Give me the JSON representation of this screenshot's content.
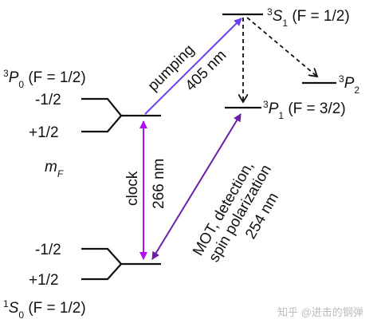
{
  "levels": {
    "s1": {
      "sup": "3",
      "letter": "S",
      "sub": "1",
      "suffix": " (F = 1/2)"
    },
    "p0": {
      "sup": "3",
      "letter": "P",
      "sub": "0",
      "suffix": " (F = 1/2)"
    },
    "p2": {
      "sup": "3",
      "letter": "P",
      "sub": "2"
    },
    "p1": {
      "sup": "3",
      "letter": "P",
      "sub": "1",
      "suffix": " (F = 3/2)"
    },
    "s0": {
      "sup": "1",
      "letter": "S",
      "sub": "0",
      "suffix": " (F = 1/2)"
    }
  },
  "sublevels": {
    "p0_minus": "-1/2",
    "p0_plus": "+1/2",
    "s0_minus": "-1/2",
    "s0_plus": "+1/2"
  },
  "mf_label": {
    "letter": "m",
    "sub": "F"
  },
  "transitions": {
    "pumping": {
      "name": "pumping",
      "wavelength": "405 nm"
    },
    "clock": {
      "name": "clock",
      "wavelength": "266 nm"
    },
    "mot": {
      "line1": "MOT, detection,",
      "line2": "spin polarization",
      "wavelength": "254 nm"
    }
  },
  "colors": {
    "pumping": "#6b3ff0",
    "clock": "#b010ee",
    "mot": "#6a1fa8",
    "decay": "#111111",
    "watermark": "#bcbcbc"
  },
  "watermark": "知乎 @进击的钢弹"
}
